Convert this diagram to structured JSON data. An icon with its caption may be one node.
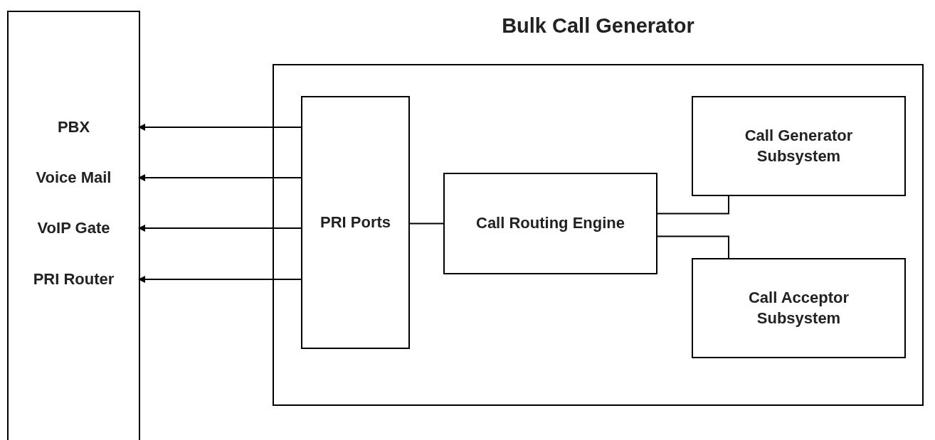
{
  "diagram": {
    "nodes": [
      {
        "text": [],
        "shape": "box"
      },
      {
        "text": [
          "PBX"
        ],
        "in": 0
      },
      {
        "text": [
          "Voice Mail"
        ],
        "in": 0
      },
      {
        "text": [
          "VoIP Gate"
        ],
        "in": 0
      },
      {
        "text": [
          "PRI Router"
        ],
        "in": 0
      },
      {
        "text": [
          "Bulk Call Generator"
        ]
      },
      {
        "text": [
          "PRI Ports"
        ],
        "in": 5
      },
      {
        "text": [
          "Call Routing Engine"
        ],
        "in": 5
      },
      {
        "text": [
          "Call Generator Subsystem"
        ],
        "in": 5
      },
      {
        "text": [
          "Call Acceptor Subsystem"
        ],
        "in": 5
      }
    ],
    "edges": [
      {
        "from": 6,
        "to": 1,
        "arrow": "to"
      },
      {
        "from": 6,
        "to": 2,
        "arrow": "to"
      },
      {
        "from": 6,
        "to": 3,
        "arrow": "to"
      },
      {
        "from": 6,
        "to": 4,
        "arrow": "to"
      },
      {
        "from": 6,
        "to": 7,
        "arrow": "none"
      },
      {
        "from": 7,
        "to": 8,
        "arrow": "none"
      },
      {
        "from": 7,
        "to": 9,
        "arrow": "none"
      }
    ]
  }
}
